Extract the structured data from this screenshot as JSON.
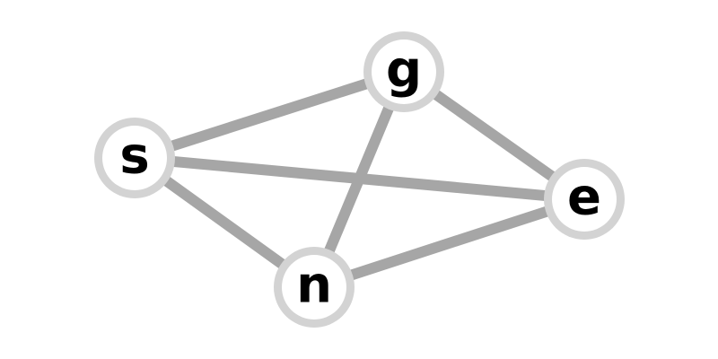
{
  "graph": {
    "colors": {
      "edge": "#a6a6a6",
      "node_ring": "#d3d3d3",
      "node_fill": "#ffffff",
      "label": "#000000"
    },
    "nodes": [
      {
        "id": "s",
        "label": "s"
      },
      {
        "id": "g",
        "label": "g"
      },
      {
        "id": "e",
        "label": "e"
      },
      {
        "id": "n",
        "label": "n"
      }
    ],
    "edges": [
      {
        "from": "s",
        "to": "g"
      },
      {
        "from": "s",
        "to": "e"
      },
      {
        "from": "s",
        "to": "n"
      },
      {
        "from": "g",
        "to": "e"
      },
      {
        "from": "g",
        "to": "n"
      },
      {
        "from": "n",
        "to": "e"
      }
    ]
  }
}
